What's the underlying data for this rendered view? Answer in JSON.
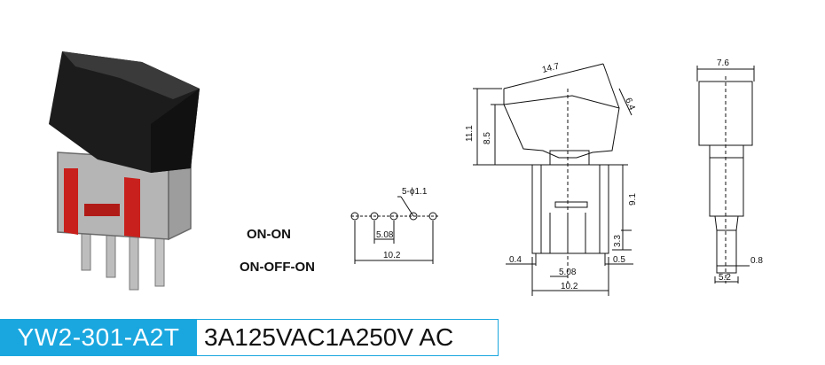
{
  "product": {
    "model": "YW2-301-A2T",
    "rating": "3A125VAC1A250V AC"
  },
  "modes": [
    "ON-ON",
    "ON-OFF-ON"
  ],
  "pcb_dims": {
    "holes": "5-ϕ1.1",
    "pitch": "5.08",
    "span": "10.2"
  },
  "front_dims": {
    "top_width": "14.7",
    "total_height": "11.1",
    "body_height": "8.5",
    "cap_height": "6.4",
    "pin_height": "9.1",
    "pin_len": "3.3",
    "left_offset": "0.4",
    "right_offset": "0.5",
    "pitch": "5.08",
    "span": "10.2"
  },
  "side_dims": {
    "width": "7.6",
    "pin_thick": "0.8",
    "base_width": "5.2"
  },
  "colors": {
    "accent": "#1aa7df",
    "cap": "#1c1c1c",
    "metal": "#b8b8b8",
    "red": "#c8201c"
  }
}
